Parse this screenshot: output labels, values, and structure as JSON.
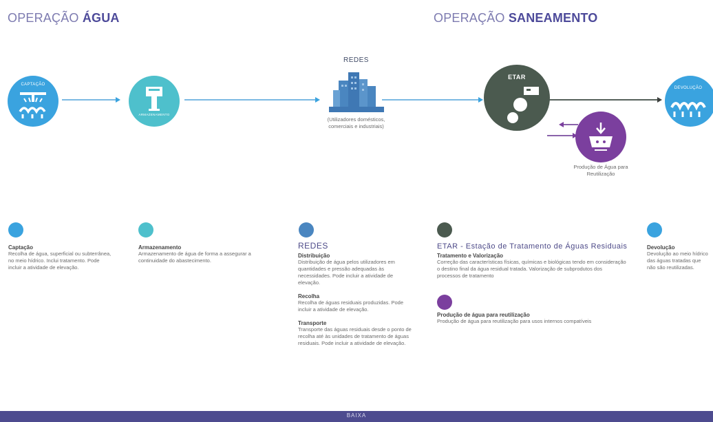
{
  "header": {
    "left_prefix": "OPERAÇÃO ",
    "left_bold": "ÁGUA",
    "right_prefix": "OPERAÇÃO ",
    "right_bold": "SANEAMENTO"
  },
  "flow": {
    "captacao_icon_label": "CAPTAÇÃO",
    "armazenamento_icon_label": "ARMAZENAMENTO",
    "redes_label": "REDES",
    "redes_caption": "(Utilizadores domésticos, comerciais e industriais)",
    "etar_label": "ETAR",
    "reuse_caption": "Produção de Água para Reutilização",
    "devolucao_icon_label": "DEVOLUÇÃO"
  },
  "legend": {
    "captacao": {
      "title": "Captação",
      "text": "Recolha de água, superficial ou subterrânea, no meio hídrico. Inclui tratamento. Pode incluir a atividade de elevação."
    },
    "armazenamento": {
      "title": "Armazenamento",
      "text": "Armazenamento de água de forma a assegurar a continuidade do abastecimento."
    },
    "redes": {
      "heading": "REDES",
      "items": [
        {
          "title": "Distribuição",
          "text": "Distribuição de água pelos utilizadores em quantidades e pressão adequadas às necessidades. Pode incluir a atividade de elevação."
        },
        {
          "title": "Recolha",
          "text": "Recolha de águas residuais produzidas. Pode incluir a atividade de elevação."
        },
        {
          "title": "Transporte",
          "text": "Transporte das águas residuais desde o ponto de recolha até às unidades de tratamento de águas residuais. Pode incluir a atividade de elevação."
        }
      ]
    },
    "etar": {
      "heading": "ETAR - Estação de Tratamento de Águas Residuais",
      "items": [
        {
          "title": "Tratamento e Valorização",
          "text": "Correção das características físicas, químicas e biológicas tendo em consideração o destino final da água residual tratada. Valorização de subprodutos dos processos de tratamento"
        },
        {
          "title": "Produção de água para reutilização",
          "text": "Produção de água para reutilização para usos internos compatíveis"
        }
      ]
    },
    "devolucao": {
      "title": "Devolução",
      "text": "Devolução ao meio hídrico das águas tratadas que não são reutilizadas."
    }
  },
  "footer": {
    "label": "BAIXA"
  },
  "colors": {
    "captacao": "#3aa3df",
    "armazenamento": "#4ec0cc",
    "redes": "#4a86c0",
    "etar": "#4b5a4f",
    "reuse": "#7b3f9e",
    "devolucao": "#3aa3df",
    "bar": "#4d4b8f"
  }
}
